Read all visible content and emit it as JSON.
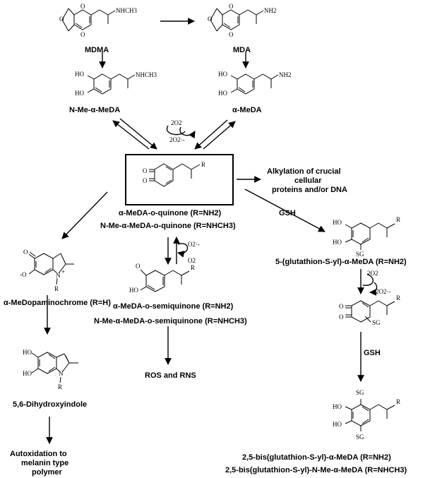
{
  "compounds": {
    "mdma": {
      "name": "MDMA",
      "amine": "NHCH3"
    },
    "mda": {
      "name": "MDA",
      "amine": "NH2"
    },
    "n_me_meda": {
      "name": "N-Me-α-MeDA",
      "amine": "NHCH3"
    },
    "meda": {
      "name": "α-MeDA",
      "amine": "NH2"
    },
    "quinone": {
      "line1": "α-MeDA-o-quinone (R=NH2)",
      "line2": "N-Me-α-MeDA-o-quinone (R=NHCH3)"
    },
    "aminochrome": {
      "name": "α-MeDopaminochrome (R=H)"
    },
    "indole": {
      "name": "5,6-Dihydroxyindole"
    },
    "semiquinone": {
      "line1": "α-MeDA-o-semiquinone (R=NH2)",
      "line2": "N-Me-α-MeDA-o-semiquinone (R=NHCH3)"
    },
    "gsh_adduct": {
      "name": "5-(glutathion-S-yl)-α-MeDA (R=NH2)"
    },
    "bis_adduct": {
      "line1": "2,5-bis(glutathion-S-yl)-α-MeDA (R=NH2)",
      "line2": "2,5-bis(glutathion-S-yl)-N-Me-α-MeDA (R=NHCH3)"
    }
  },
  "outcomes": {
    "alkylation": [
      "Alkylation of crucial",
      "cellular",
      "proteins and/or DNA"
    ],
    "ros": "ROS and RNS",
    "melanin": [
      "Autoxidation to",
      "melanin type",
      "polymer"
    ]
  },
  "reagents": {
    "o2_2": "2O2",
    "superoxide_2": "2O2·-",
    "superoxide": "O2·-",
    "o2": "O2",
    "gsh": "GSH"
  },
  "atoms": {
    "O": "O",
    "HO": "HO",
    "R": "R",
    "N": "N",
    "SG": "SG",
    "minus_o": "-O",
    "plus": "+"
  }
}
